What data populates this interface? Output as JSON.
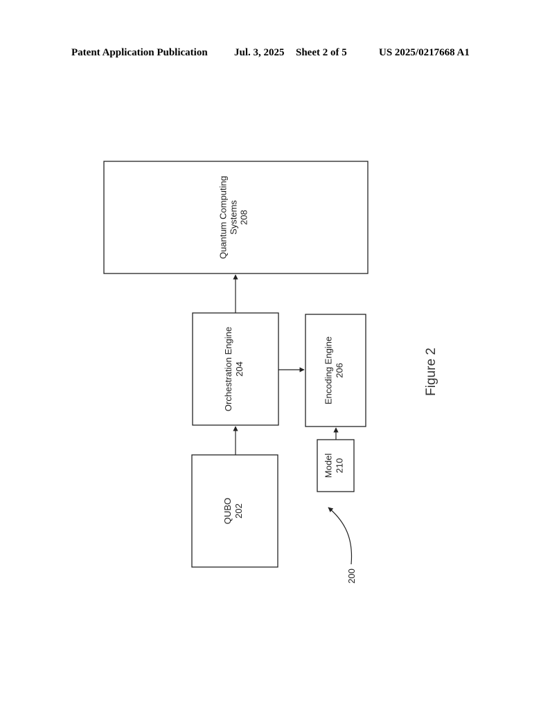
{
  "header": {
    "left": "Patent Application Publication",
    "date": "Jul. 3, 2025",
    "sheet": "Sheet 2 of 5",
    "right": "US 2025/0217668 A1"
  },
  "diagram": {
    "quantum": {
      "line1": "Quantum Computing",
      "line2": "Systems",
      "ref": "208"
    },
    "orchestration": {
      "line1": "Orchestration Engine",
      "ref": "204"
    },
    "encoding": {
      "line1": "Encoding Engine",
      "ref": "206"
    },
    "qubo": {
      "line1": "QUBO",
      "ref": "202"
    },
    "model": {
      "line1": "Model",
      "ref": "210"
    },
    "system_ref": "200",
    "figure_label": "Figure 2"
  }
}
